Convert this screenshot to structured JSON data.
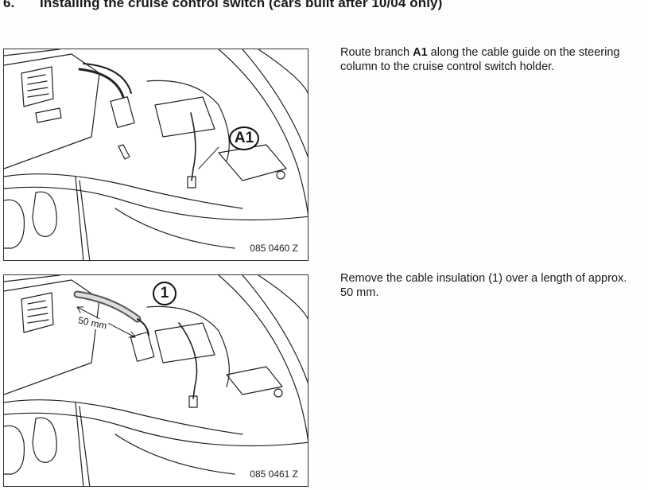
{
  "heading": {
    "number": "6.",
    "title": "Installing the cruise control switch (cars built after 10/04 only)"
  },
  "steps": [
    {
      "text_before": "Route branch ",
      "text_bold": "A1",
      "text_after": " along the cable guide on the steering column to the cruise control switch holder.",
      "callout": "A1",
      "figure_code": "085 0460 Z"
    },
    {
      "text": "Remove the cable insulation (1) over a length of approx. 50 mm.",
      "callout": "1",
      "dimension_label": "50 mm",
      "figure_code": "085 0461 Z"
    }
  ]
}
